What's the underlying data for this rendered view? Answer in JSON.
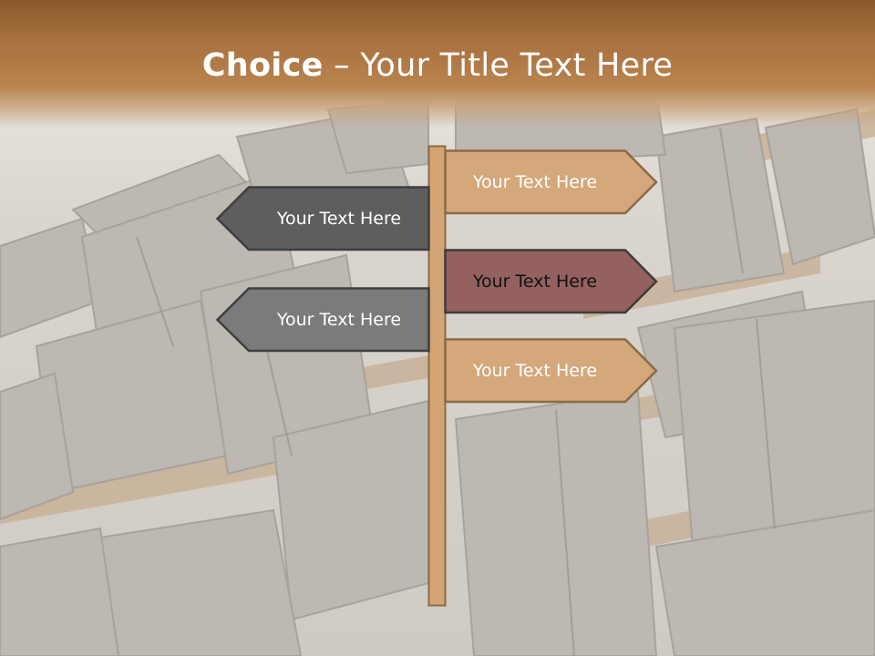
{
  "title": {
    "bold": "Choice",
    "dash": " – ",
    "rest": "Your Title Text Here"
  },
  "colors": {
    "band": "#a8713f",
    "post": "#d4a574",
    "post_border": "#8b6a45",
    "tan_sign": "#d4a87a",
    "maroon_sign": "#946060",
    "dark_gray_sign": "#5e5e5e",
    "mid_gray_sign": "#7b7b7b"
  },
  "signs": [
    {
      "name": "sign-right-top",
      "label": "Your Text Here"
    },
    {
      "name": "sign-left-top",
      "label": "Your Text Here"
    },
    {
      "name": "sign-right-middle",
      "label": "Your Text Here"
    },
    {
      "name": "sign-left-bottom",
      "label": "Your Text Here"
    },
    {
      "name": "sign-right-bottom",
      "label": "Your Text Here"
    }
  ]
}
